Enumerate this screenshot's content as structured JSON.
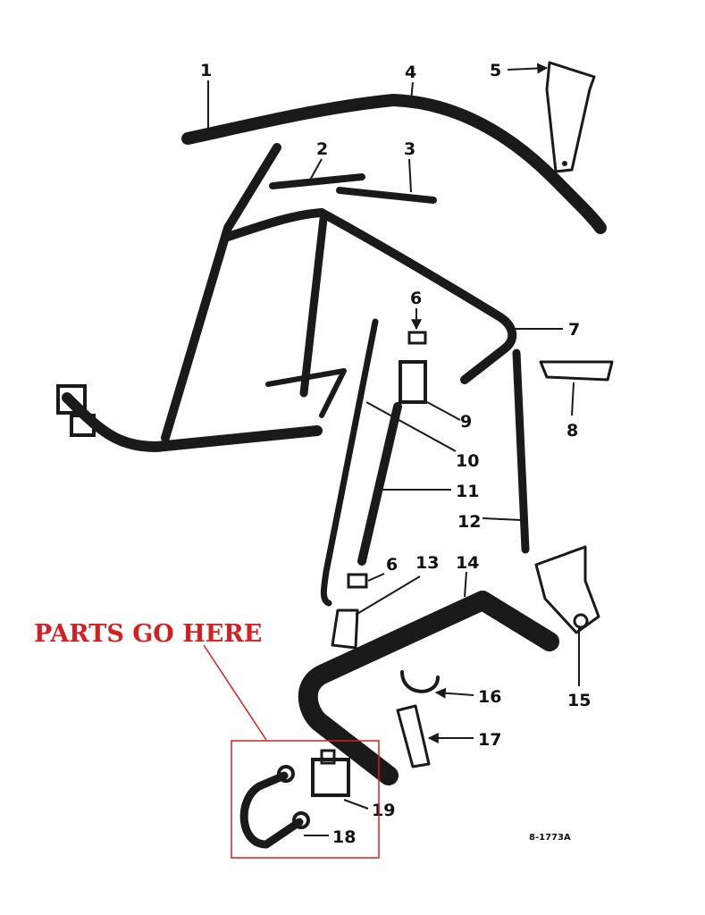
{
  "annotation": {
    "text": "PARTS GO HERE",
    "color": "#d42020"
  },
  "callouts": {
    "c1": "1",
    "c2": "2",
    "c3": "3",
    "c4": "4",
    "c5": "5",
    "c6a": "6",
    "c6b": "6",
    "c7": "7",
    "c8": "8",
    "c9": "9",
    "c10": "10",
    "c11": "11",
    "c12": "12",
    "c13": "13",
    "c14": "14",
    "c15": "15",
    "c16": "16",
    "c17": "17",
    "c18": "18",
    "c19": "19"
  },
  "drawing_number": "8-1773A",
  "colors": {
    "ink": "#1a1a1a",
    "background": "#ffffff",
    "highlight": "#d42020"
  }
}
